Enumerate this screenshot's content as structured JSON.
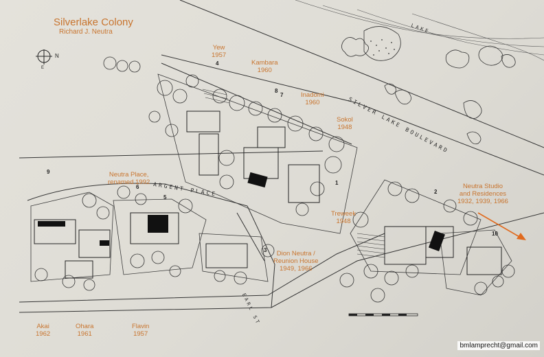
{
  "title": "Silverlake Colony",
  "subtitle": "Richard J. Neutra",
  "compass_letters": {
    "north": "N",
    "east": "E"
  },
  "streets": {
    "lake": "LAKE",
    "boulevard": "SILVER LAKE BOULEVARD",
    "argent": "ARGENT PLACE",
    "earl": "EARL ST"
  },
  "houses": [
    {
      "id": "yew",
      "name": "Yew",
      "year": "1957",
      "lot": "4"
    },
    {
      "id": "kambara",
      "name": "Kambara",
      "year": "1960",
      "lot": ""
    },
    {
      "id": "inadomi",
      "name": "Inadomi",
      "year": "1960",
      "lot": "8"
    },
    {
      "id": "sokol",
      "name": "Sokol",
      "year": "1948",
      "lot": ""
    },
    {
      "id": "neutra-place",
      "name": "Neutra Place,",
      "year": "renamed 1992",
      "lot": "6"
    },
    {
      "id": "treweek",
      "name": "Treweek",
      "year": "1948",
      "lot": "2"
    },
    {
      "id": "studio",
      "name": "Neutra Studio",
      "name2": "and Residences",
      "year": "1932, 1939, 1966",
      "lot": "10"
    },
    {
      "id": "dion",
      "name": "Dion Neutra /",
      "name2": "Reunion House",
      "year": "1949, 1966",
      "lot": "3"
    },
    {
      "id": "akai",
      "name": "Akai",
      "year": "1962",
      "lot": ""
    },
    {
      "id": "ohara",
      "name": "Ohara",
      "year": "1961",
      "lot": ""
    },
    {
      "id": "flavin",
      "name": "Flavin",
      "year": "1957",
      "lot": ""
    }
  ],
  "lot_numbers": {
    "n5": "5",
    "n9": "9",
    "n7": "7",
    "n1": "1"
  },
  "watermark": "bmlamprecht@gmail.com",
  "colors": {
    "label": "#c8742e",
    "ink": "#2a2a2a",
    "paper": "#e2e0d9",
    "arrow": "#e06a1e"
  }
}
